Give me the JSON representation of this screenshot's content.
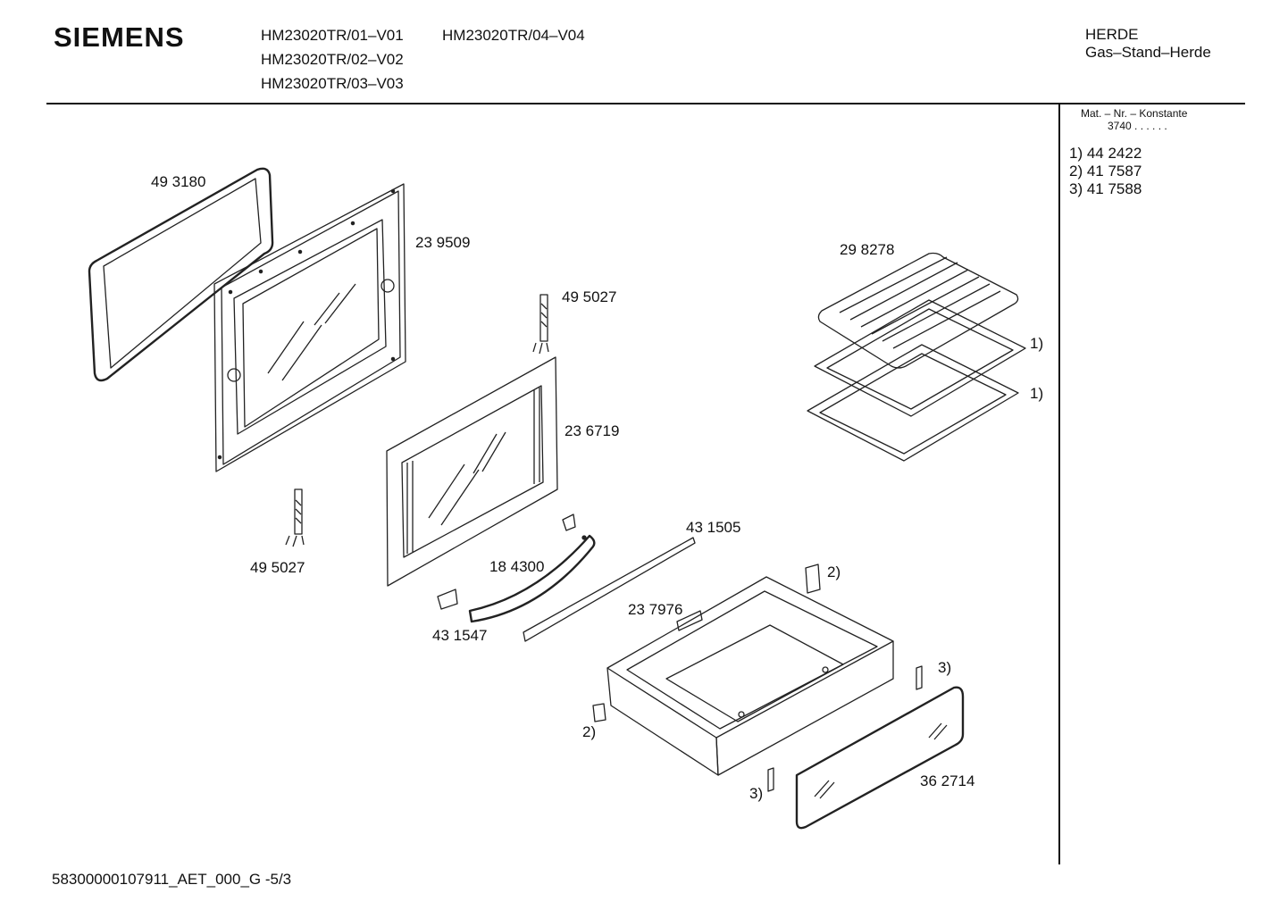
{
  "header": {
    "brand": "SIEMENS",
    "models": [
      "HM23020TR/01–V01",
      "HM23020TR/04–V04",
      "HM23020TR/02–V02",
      "HM23020TR/03–V03"
    ],
    "category": "HERDE",
    "subcategory": "Gas–Stand–Herde"
  },
  "sidebar": {
    "mat_heading": "Mat. – Nr. – Konstante",
    "mat_prefix": "3740  .  .  .  .  .  .",
    "notes": [
      "1) 44 2422",
      "2) 41 7587",
      "3) 41 7588"
    ]
  },
  "parts": [
    "49 3180",
    "23 9509",
    "49 5027",
    "29 8278",
    "1)",
    "1)",
    "23 6719",
    "49 5027",
    "43 1505",
    "18 4300",
    "2)",
    "23 7976",
    "43 1547",
    "3)",
    "2)",
    "3)",
    "36 2714"
  ],
  "footer": "58300000107911_AET_000_G  -5/3"
}
